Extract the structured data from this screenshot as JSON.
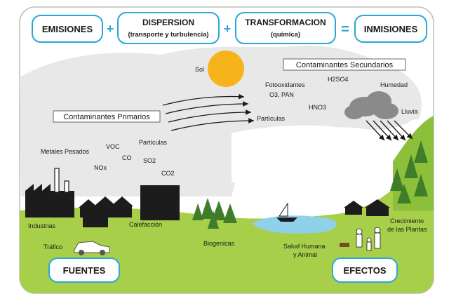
{
  "equation": {
    "emisiones": "EMISIONES",
    "plus1": "+",
    "dispersion_title": "DISPERSION",
    "dispersion_sub": "(transporte y turbulencia)",
    "plus2": "+",
    "transformacion_title": "TRANSFORMACION",
    "transformacion_sub": "(química)",
    "equals": "=",
    "inmisiones": "INMISIONES"
  },
  "sky": {
    "sol": "Sol",
    "contaminantes_secundarios": "Contaminantes Secundarios",
    "fotooxidantes": "Fotooxidantes",
    "o3_pan": "O3, PAN",
    "h2so4": "H2SO4",
    "hno3": "HNO3",
    "humedad": "Humedad",
    "particulas_sec": "Partículas",
    "lluvia": "Lluvia",
    "contaminantes_primarios": "Contaminantes Primarios",
    "metales_pesados": "Metales Pesados",
    "voc": "VOC",
    "co": "CO",
    "nox": "NOx",
    "particulas_prim": "Partículas",
    "so2": "SO2",
    "co2": "CO2"
  },
  "ground": {
    "industrias": "Industrias",
    "calefaccion": "Calefacción",
    "trafico": "Tráfico",
    "biogenicas": "Biogenicas",
    "salud_humana": "Salud Humana",
    "y_animal": "y Animal",
    "crecimiento": "Crecimiento",
    "de_las_plantas": "de las Plantas"
  },
  "bottom": {
    "fuentes": "FUENTES",
    "efectos": "EFECTOS"
  },
  "colors": {
    "accent_blue": "#2aa7d8",
    "sun": "#f7b31a",
    "grass": "#a7cf4a",
    "grass_light": "#c5e07a",
    "cloud": "#e9e9e9",
    "lake": "#8fd0ea",
    "building": "#1c1c1c"
  }
}
